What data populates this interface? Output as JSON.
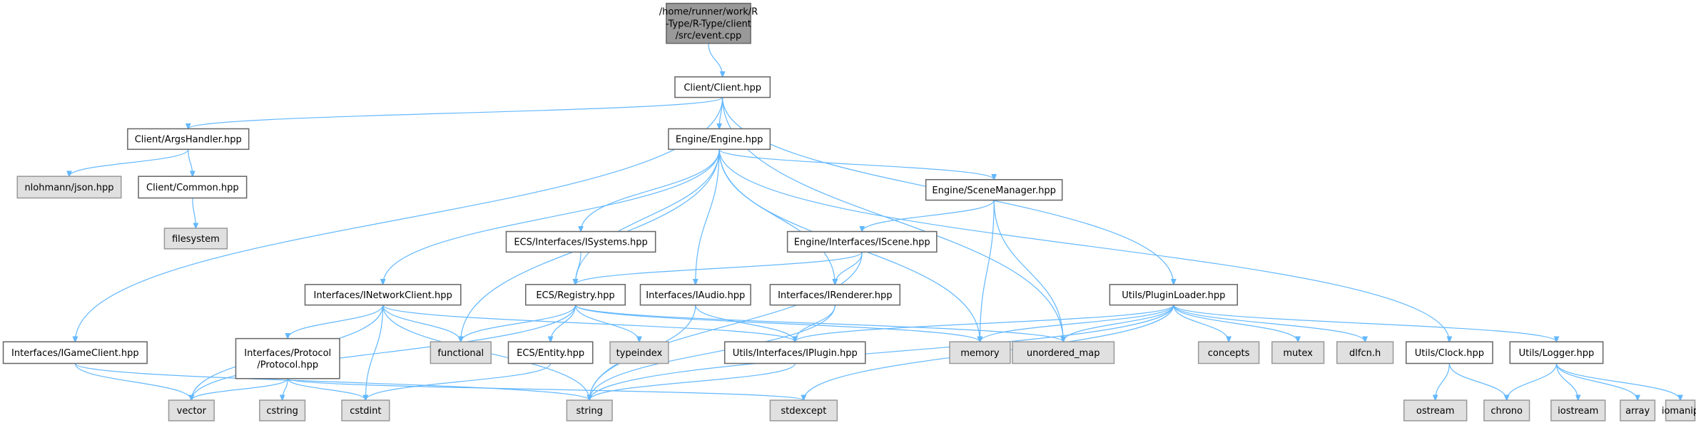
{
  "colors": {
    "edge": "#63b8ff",
    "root_fill": "#999999",
    "external_fill": "#e0e0e0",
    "internal_fill": "#ffffff",
    "border": "#666666"
  },
  "nodes": [
    {
      "id": "event",
      "lines": [
        "/home/runner/work/R",
        "-Type/R-Type/client",
        "/src/event.cpp"
      ],
      "kind": "root"
    },
    {
      "id": "client",
      "lines": [
        "Client/Client.hpp"
      ],
      "kind": "internal"
    },
    {
      "id": "args",
      "lines": [
        "Client/ArgsHandler.hpp"
      ],
      "kind": "internal"
    },
    {
      "id": "engine",
      "lines": [
        "Engine/Engine.hpp"
      ],
      "kind": "internal"
    },
    {
      "id": "json",
      "lines": [
        "nlohmann/json.hpp"
      ],
      "kind": "external"
    },
    {
      "id": "common",
      "lines": [
        "Client/Common.hpp"
      ],
      "kind": "internal"
    },
    {
      "id": "filesystem",
      "lines": [
        "filesystem"
      ],
      "kind": "external"
    },
    {
      "id": "scenemgr",
      "lines": [
        "Engine/SceneManager.hpp"
      ],
      "kind": "internal"
    },
    {
      "id": "isystems",
      "lines": [
        "ECS/Interfaces/ISystems.hpp"
      ],
      "kind": "internal"
    },
    {
      "id": "iscene",
      "lines": [
        "Engine/Interfaces/IScene.hpp"
      ],
      "kind": "internal"
    },
    {
      "id": "inetwork",
      "lines": [
        "Interfaces/INetworkClient.hpp"
      ],
      "kind": "internal"
    },
    {
      "id": "registry",
      "lines": [
        "ECS/Registry.hpp"
      ],
      "kind": "internal"
    },
    {
      "id": "iaudio",
      "lines": [
        "Interfaces/IAudio.hpp"
      ],
      "kind": "internal"
    },
    {
      "id": "irenderer",
      "lines": [
        "Interfaces/IRenderer.hpp"
      ],
      "kind": "internal"
    },
    {
      "id": "pluginloader",
      "lines": [
        "Utils/PluginLoader.hpp"
      ],
      "kind": "internal"
    },
    {
      "id": "igameclient",
      "lines": [
        "Interfaces/IGameClient.hpp"
      ],
      "kind": "internal"
    },
    {
      "id": "protocol",
      "lines": [
        "Interfaces/Protocol",
        "/Protocol.hpp"
      ],
      "kind": "internal"
    },
    {
      "id": "functional",
      "lines": [
        "functional"
      ],
      "kind": "external"
    },
    {
      "id": "entity",
      "lines": [
        "ECS/Entity.hpp"
      ],
      "kind": "internal"
    },
    {
      "id": "typeindex",
      "lines": [
        "typeindex"
      ],
      "kind": "external"
    },
    {
      "id": "iplugin",
      "lines": [
        "Utils/Interfaces/IPlugin.hpp"
      ],
      "kind": "internal"
    },
    {
      "id": "memory",
      "lines": [
        "memory"
      ],
      "kind": "external"
    },
    {
      "id": "unordered_map",
      "lines": [
        "unordered_map"
      ],
      "kind": "external"
    },
    {
      "id": "concepts",
      "lines": [
        "concepts"
      ],
      "kind": "external"
    },
    {
      "id": "mutex",
      "lines": [
        "mutex"
      ],
      "kind": "external"
    },
    {
      "id": "dlfcn",
      "lines": [
        "dlfcn.h"
      ],
      "kind": "external"
    },
    {
      "id": "clock",
      "lines": [
        "Utils/Clock.hpp"
      ],
      "kind": "internal"
    },
    {
      "id": "logger",
      "lines": [
        "Utils/Logger.hpp"
      ],
      "kind": "internal"
    },
    {
      "id": "vector",
      "lines": [
        "vector"
      ],
      "kind": "external"
    },
    {
      "id": "cstring",
      "lines": [
        "cstring"
      ],
      "kind": "external"
    },
    {
      "id": "cstdint",
      "lines": [
        "cstdint"
      ],
      "kind": "external"
    },
    {
      "id": "string",
      "lines": [
        "string"
      ],
      "kind": "external"
    },
    {
      "id": "stdexcept",
      "lines": [
        "stdexcept"
      ],
      "kind": "external"
    },
    {
      "id": "ostream",
      "lines": [
        "ostream"
      ],
      "kind": "external"
    },
    {
      "id": "chrono",
      "lines": [
        "chrono"
      ],
      "kind": "external"
    },
    {
      "id": "iostream",
      "lines": [
        "iostream"
      ],
      "kind": "external"
    },
    {
      "id": "array",
      "lines": [
        "array"
      ],
      "kind": "external"
    },
    {
      "id": "iomanip",
      "lines": [
        "iomanip"
      ],
      "kind": "external"
    }
  ],
  "edges": [
    [
      "event",
      "client"
    ],
    [
      "client",
      "args"
    ],
    [
      "client",
      "igameclient"
    ],
    [
      "client",
      "engine"
    ],
    [
      "client",
      "unordered_map"
    ],
    [
      "client",
      "pluginloader"
    ],
    [
      "args",
      "json"
    ],
    [
      "args",
      "common"
    ],
    [
      "common",
      "filesystem"
    ],
    [
      "engine",
      "inetwork"
    ],
    [
      "engine",
      "functional"
    ],
    [
      "engine",
      "isystems"
    ],
    [
      "engine",
      "registry"
    ],
    [
      "engine",
      "iaudio"
    ],
    [
      "engine",
      "irenderer"
    ],
    [
      "engine",
      "memory"
    ],
    [
      "engine",
      "scenemgr"
    ],
    [
      "engine",
      "clock"
    ],
    [
      "scenemgr",
      "iscene"
    ],
    [
      "scenemgr",
      "memory"
    ],
    [
      "scenemgr",
      "unordered_map"
    ],
    [
      "isystems",
      "registry"
    ],
    [
      "iscene",
      "registry"
    ],
    [
      "iscene",
      "irenderer"
    ],
    [
      "iscene",
      "string"
    ],
    [
      "inetwork",
      "vector"
    ],
    [
      "inetwork",
      "protocol"
    ],
    [
      "inetwork",
      "functional"
    ],
    [
      "inetwork",
      "cstdint"
    ],
    [
      "inetwork",
      "string"
    ],
    [
      "inetwork",
      "iplugin"
    ],
    [
      "registry",
      "vector"
    ],
    [
      "registry",
      "functional"
    ],
    [
      "registry",
      "entity"
    ],
    [
      "registry",
      "typeindex"
    ],
    [
      "registry",
      "memory"
    ],
    [
      "registry",
      "unordered_map"
    ],
    [
      "iaudio",
      "string"
    ],
    [
      "iaudio",
      "iplugin"
    ],
    [
      "irenderer",
      "iplugin"
    ],
    [
      "irenderer",
      "string"
    ],
    [
      "pluginloader",
      "iplugin"
    ],
    [
      "pluginloader",
      "memory"
    ],
    [
      "pluginloader",
      "unordered_map"
    ],
    [
      "pluginloader",
      "string"
    ],
    [
      "pluginloader",
      "stdexcept"
    ],
    [
      "pluginloader",
      "concepts"
    ],
    [
      "pluginloader",
      "mutex"
    ],
    [
      "pluginloader",
      "dlfcn"
    ],
    [
      "pluginloader",
      "logger"
    ],
    [
      "igameclient",
      "vector"
    ],
    [
      "igameclient",
      "string"
    ],
    [
      "protocol",
      "vector"
    ],
    [
      "protocol",
      "cstring"
    ],
    [
      "protocol",
      "cstdint"
    ],
    [
      "protocol",
      "stdexcept"
    ],
    [
      "entity",
      "cstdint"
    ],
    [
      "iplugin",
      "string"
    ],
    [
      "clock",
      "ostream"
    ],
    [
      "clock",
      "chrono"
    ],
    [
      "logger",
      "chrono"
    ],
    [
      "logger",
      "iostream"
    ],
    [
      "logger",
      "array"
    ],
    [
      "logger",
      "iomanip"
    ]
  ]
}
